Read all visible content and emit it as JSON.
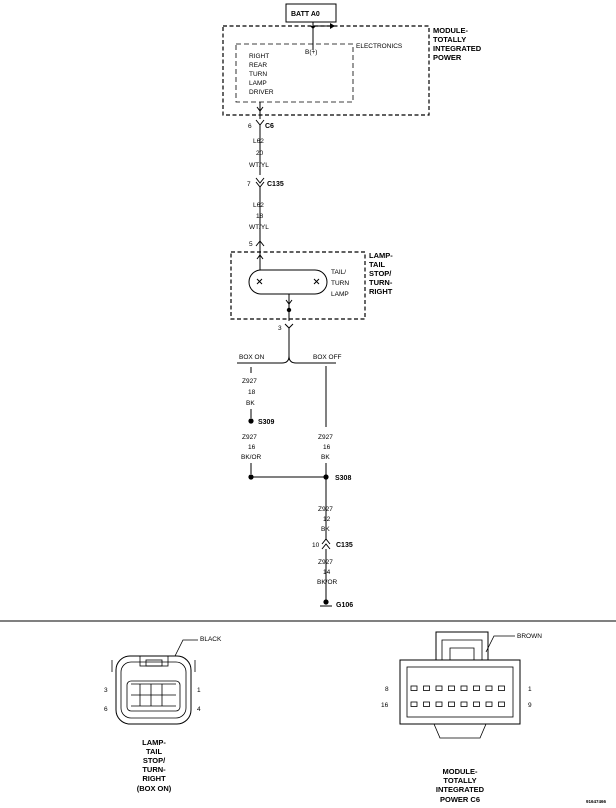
{
  "batt": {
    "label": "BATT A0"
  },
  "tipm": {
    "title": [
      "MODULE-",
      "TOTALLY",
      "INTEGRATED",
      "POWER"
    ],
    "b_plus": "B(+)",
    "electronics": "ELECTRONICS",
    "driver": [
      "RIGHT",
      "REAR",
      "TURN",
      "LAMP",
      "DRIVER"
    ]
  },
  "pins": {
    "c6_pin": "6",
    "c6": "C6",
    "c135_pin_top": "7",
    "c135_top": "C135",
    "lamp_pin": "5",
    "lamp_gnd_pin": "3",
    "c135_pin_bot": "10",
    "c135_bot": "C135"
  },
  "wires": {
    "w1": [
      "L62",
      "20",
      "WT/YL"
    ],
    "w2": [
      "L62",
      "18",
      "WT/YL"
    ],
    "w3": [
      "Z927",
      "18",
      "BK"
    ],
    "w4": [
      "Z927",
      "16",
      "BK/OR"
    ],
    "w5": [
      "Z927",
      "16",
      "BK"
    ],
    "w6": [
      "Z927",
      "12",
      "BK"
    ],
    "w7": [
      "Z927",
      "14",
      "BK/OR"
    ]
  },
  "lamp": {
    "title": [
      "LAMP-",
      "TAIL",
      "STOP/",
      "TURN-",
      "RIGHT"
    ],
    "element": [
      "TAIL/",
      "TURN",
      "LAMP"
    ]
  },
  "options": {
    "box_on": "BOX ON",
    "box_off": "BOX OFF"
  },
  "splices": {
    "s309": "S309",
    "s308": "S308"
  },
  "ground": {
    "g106": "G106"
  },
  "connectors": {
    "lamp_conn": {
      "color": "BLACK",
      "pins": {
        "tl": "3",
        "tr": "1",
        "bl": "6",
        "br": "4"
      },
      "caption": [
        "LAMP-",
        "TAIL",
        "STOP/",
        "TURN-",
        "RIGHT",
        "(BOX ON)"
      ]
    },
    "tipm_conn": {
      "color": "BROWN",
      "pins": {
        "tl": "8",
        "tr": "1",
        "bl": "16",
        "br": "9"
      },
      "caption": [
        "MODULE-",
        "TOTALLY",
        "INTEGRATED",
        "POWER C6"
      ]
    }
  },
  "figure_id": "91647466"
}
